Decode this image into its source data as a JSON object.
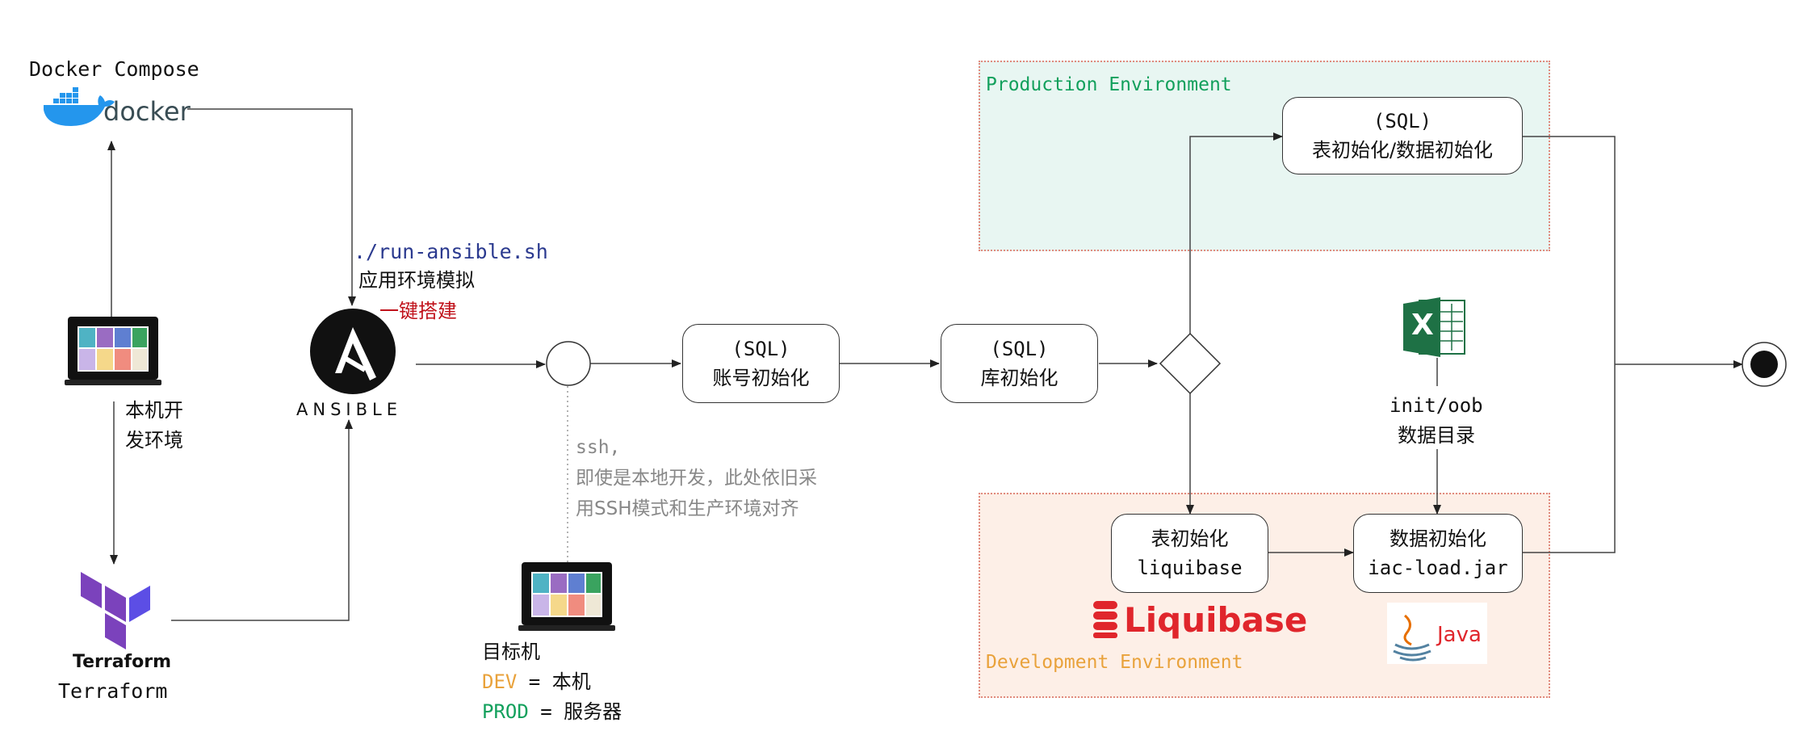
{
  "docker": {
    "title": "Docker Compose",
    "logo_text": "docker"
  },
  "local_dev": {
    "label_line1": "本机开",
    "label_line2": "发环境"
  },
  "terraform": {
    "logo_text": "Terraform",
    "label": "Terraform"
  },
  "ansible": {
    "command": "./run-ansible.sh",
    "desc": "应用环境模拟",
    "highlight": "一键搭建",
    "logo_text": "ANSIBLE"
  },
  "ssh_note": {
    "line1": "ssh,",
    "line2": "即使是本地开发，此处依旧采",
    "line3": "用SSH模式和生产环境对齐"
  },
  "target": {
    "title": "目标机",
    "dev_key": "DEV",
    "dev_rest": " = 本机",
    "prod_key": "PROD",
    "prod_rest": " = 服务器"
  },
  "nodes": {
    "account_init": {
      "line1": "(SQL)",
      "line2": "账号初始化"
    },
    "db_init": {
      "line1": "(SQL)",
      "line2": "库初始化"
    },
    "prod_init": {
      "line1": "(SQL)",
      "line2": "表初始化/数据初始化"
    },
    "table_init": {
      "line1": "表初始化",
      "line2": "liquibase"
    },
    "data_init": {
      "line1": "数据初始化",
      "line2": "iac-load.jar"
    }
  },
  "zones": {
    "production": "Production Environment",
    "development": "Development Environment"
  },
  "excel": {
    "logo_letter": "X",
    "label_line1": "init/oob",
    "label_line2": "数据目录"
  },
  "liquibase_logo": "Liquibase",
  "java_logo": "Java",
  "colors": {
    "blue_command": "#2b3a8f",
    "red_highlight": "#c0121b",
    "green_prod": "#12a05c",
    "orange_dev": "#e9a23b",
    "prod_zone_fill": "#e8f6f2",
    "dev_zone_fill": "#fdefe7",
    "docker_blue": "#2496ed",
    "terraform_purple": "#7b42bc",
    "liquibase_red": "#e0262c",
    "excel_green": "#1e7145"
  }
}
